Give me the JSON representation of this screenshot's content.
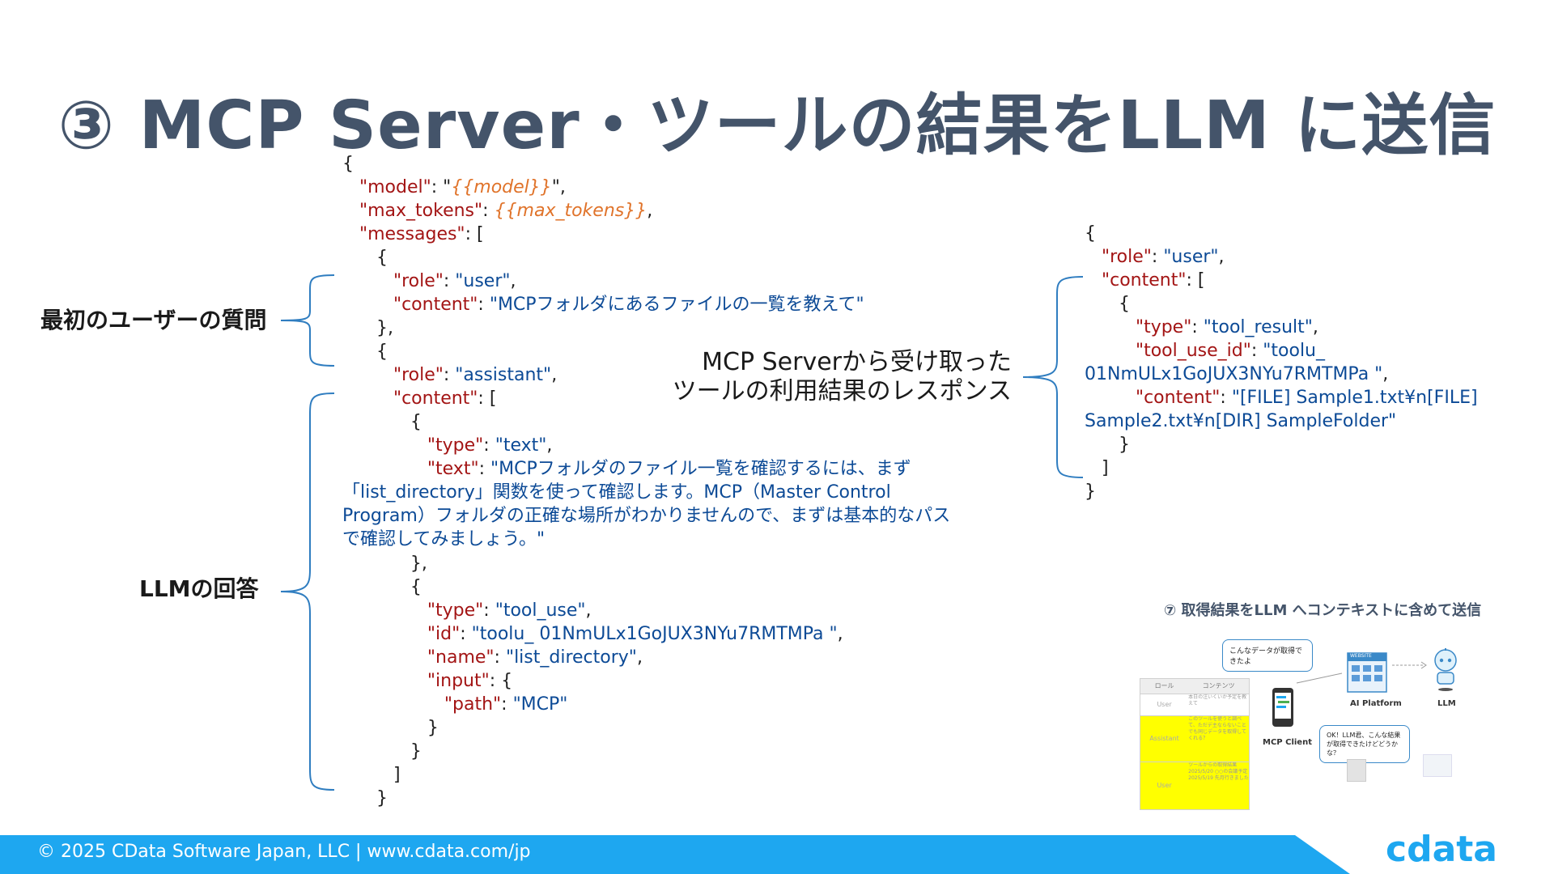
{
  "slide": {
    "title": "③ MCP Server・ツールの結果をLLM に送信"
  },
  "left_code": [
    [
      {
        "c": "p",
        "v": "{"
      }
    ],
    [
      {
        "c": "p",
        "v": "   "
      },
      {
        "c": "k",
        "v": "\"model\""
      },
      {
        "c": "p",
        "v": ": \""
      },
      {
        "c": "t",
        "v": "{{model}}"
      },
      {
        "c": "p",
        "v": "\","
      }
    ],
    [
      {
        "c": "p",
        "v": "   "
      },
      {
        "c": "k",
        "v": "\"max_tokens\""
      },
      {
        "c": "p",
        "v": ": "
      },
      {
        "c": "t",
        "v": "{{max_tokens}}"
      },
      {
        "c": "p",
        "v": ","
      }
    ],
    [
      {
        "c": "p",
        "v": "   "
      },
      {
        "c": "k",
        "v": "\"messages\""
      },
      {
        "c": "p",
        "v": ": ["
      }
    ],
    [
      {
        "c": "p",
        "v": "      {"
      }
    ],
    [
      {
        "c": "p",
        "v": "         "
      },
      {
        "c": "k",
        "v": "\"role\""
      },
      {
        "c": "p",
        "v": ": "
      },
      {
        "c": "s",
        "v": "\"user\""
      },
      {
        "c": "p",
        "v": ","
      }
    ],
    [
      {
        "c": "p",
        "v": "         "
      },
      {
        "c": "k",
        "v": "\"content\""
      },
      {
        "c": "p",
        "v": ": "
      },
      {
        "c": "s",
        "v": "\"MCPフォルダにあるファイルの一覧を教えて\""
      }
    ],
    [
      {
        "c": "p",
        "v": "      },"
      }
    ],
    [
      {
        "c": "p",
        "v": "      {"
      }
    ],
    [
      {
        "c": "p",
        "v": "         "
      },
      {
        "c": "k",
        "v": "\"role\""
      },
      {
        "c": "p",
        "v": ": "
      },
      {
        "c": "s",
        "v": "\"assistant\""
      },
      {
        "c": "p",
        "v": ","
      }
    ],
    [
      {
        "c": "p",
        "v": "         "
      },
      {
        "c": "k",
        "v": "\"content\""
      },
      {
        "c": "p",
        "v": ": ["
      }
    ],
    [
      {
        "c": "p",
        "v": "            {"
      }
    ],
    [
      {
        "c": "p",
        "v": "               "
      },
      {
        "c": "k",
        "v": "\"type\""
      },
      {
        "c": "p",
        "v": ": "
      },
      {
        "c": "s",
        "v": "\"text\""
      },
      {
        "c": "p",
        "v": ","
      }
    ]
  ],
  "left_text_line": {
    "key": "\"text\"",
    "value": "\"MCPフォルダのファイル一覧を確認するには、まず「list_directory」関数を使って確認します。MCP（Master Control Program）フォルダの正確な場所がわかりませんので、まずは基本的なパスで確認してみましょう。\""
  },
  "left_code2": [
    [
      {
        "c": "p",
        "v": "            },"
      }
    ],
    [
      {
        "c": "p",
        "v": "            {"
      }
    ],
    [
      {
        "c": "p",
        "v": "               "
      },
      {
        "c": "k",
        "v": "\"type\""
      },
      {
        "c": "p",
        "v": ": "
      },
      {
        "c": "s",
        "v": "\"tool_use\""
      },
      {
        "c": "p",
        "v": ","
      }
    ],
    [
      {
        "c": "p",
        "v": "               "
      },
      {
        "c": "k",
        "v": "\"id\""
      },
      {
        "c": "p",
        "v": ": "
      },
      {
        "c": "s",
        "v": "\"toolu_ 01NmULx1GoJUX3NYu7RMTMPa \""
      },
      {
        "c": "p",
        "v": ","
      }
    ],
    [
      {
        "c": "p",
        "v": "               "
      },
      {
        "c": "k",
        "v": "\"name\""
      },
      {
        "c": "p",
        "v": ": "
      },
      {
        "c": "s",
        "v": "\"list_directory\""
      },
      {
        "c": "p",
        "v": ","
      }
    ],
    [
      {
        "c": "p",
        "v": "               "
      },
      {
        "c": "k",
        "v": "\"input\""
      },
      {
        "c": "p",
        "v": ": {"
      }
    ],
    [
      {
        "c": "p",
        "v": "                  "
      },
      {
        "c": "k",
        "v": "\"path\""
      },
      {
        "c": "p",
        "v": ": "
      },
      {
        "c": "s",
        "v": "\"MCP\""
      }
    ],
    [
      {
        "c": "p",
        "v": "               }"
      }
    ],
    [
      {
        "c": "p",
        "v": "            }"
      }
    ],
    [
      {
        "c": "p",
        "v": "         ]"
      }
    ],
    [
      {
        "c": "p",
        "v": "      }"
      }
    ]
  ],
  "right_code": [
    [
      {
        "c": "p",
        "v": "{"
      }
    ],
    [
      {
        "c": "p",
        "v": "   "
      },
      {
        "c": "k",
        "v": "\"role\""
      },
      {
        "c": "p",
        "v": ": "
      },
      {
        "c": "s",
        "v": "\"user\""
      },
      {
        "c": "p",
        "v": ","
      }
    ],
    [
      {
        "c": "p",
        "v": "   "
      },
      {
        "c": "k",
        "v": "\"content\""
      },
      {
        "c": "p",
        "v": ": ["
      }
    ],
    [
      {
        "c": "p",
        "v": "      {"
      }
    ],
    [
      {
        "c": "p",
        "v": "         "
      },
      {
        "c": "k",
        "v": "\"type\""
      },
      {
        "c": "p",
        "v": ": "
      },
      {
        "c": "s",
        "v": "\"tool_result\""
      },
      {
        "c": "p",
        "v": ","
      }
    ],
    [
      {
        "c": "p",
        "v": "         "
      },
      {
        "c": "k",
        "v": "\"tool_use_id\""
      },
      {
        "c": "p",
        "v": ": "
      },
      {
        "c": "s",
        "v": "\"toolu_"
      }
    ],
    [
      {
        "c": "s",
        "v": "01NmULx1GoJUX3NYu7RMTMPa \""
      },
      {
        "c": "p",
        "v": ","
      }
    ],
    [
      {
        "c": "p",
        "v": "         "
      },
      {
        "c": "k",
        "v": "\"content\""
      },
      {
        "c": "p",
        "v": ": "
      },
      {
        "c": "s",
        "v": "\"[FILE] Sample1.txt¥n[FILE]"
      }
    ],
    [
      {
        "c": "s",
        "v": "Sample2.txt¥n[DIR] SampleFolder\""
      }
    ],
    [
      {
        "c": "p",
        "v": "      }"
      }
    ],
    [
      {
        "c": "p",
        "v": "   ]"
      }
    ],
    [
      {
        "c": "p",
        "v": "}"
      }
    ]
  ],
  "labels": {
    "first_question": "最初のユーザーの質問",
    "llm_answer": "LLMの回答",
    "mcp_response_line1": "MCP Serverから受け取った",
    "mcp_response_line2": "ツールの利用結果のレスポンス"
  },
  "mini_diagram": {
    "title": "⑦ 取得結果をLLM へコンテキストに含めて送信",
    "bubble_top": "こんなデータが取得できたよ",
    "bubble_bottom": "OK！LLM君、こんな結果が取得できたけどどうかな？",
    "table_header": [
      "ロール",
      "コンテンツ"
    ],
    "table_rows": [
      [
        "User",
        "本日の注いくいか予定を教えて"
      ],
      [
        "Assistant",
        "このツールを使うと調べて、ただデ主ならないことでも同じデータを取得してくれる？"
      ],
      [
        "User",
        "ツールからの取得結果 2025/5/20 ○○の会議予定 2025/5/19 先月行きました"
      ]
    ],
    "mcp_client_label": "MCP Client",
    "ai_platform_label": "AI Platform",
    "llm_label": "LLM",
    "website_label": "WEBSITE"
  },
  "footer": {
    "text": "© 2025 CData Software Japan, LLC |  www.cdata.com/jp",
    "logo": "cdata",
    "bg_color": "#1ea7f0"
  }
}
